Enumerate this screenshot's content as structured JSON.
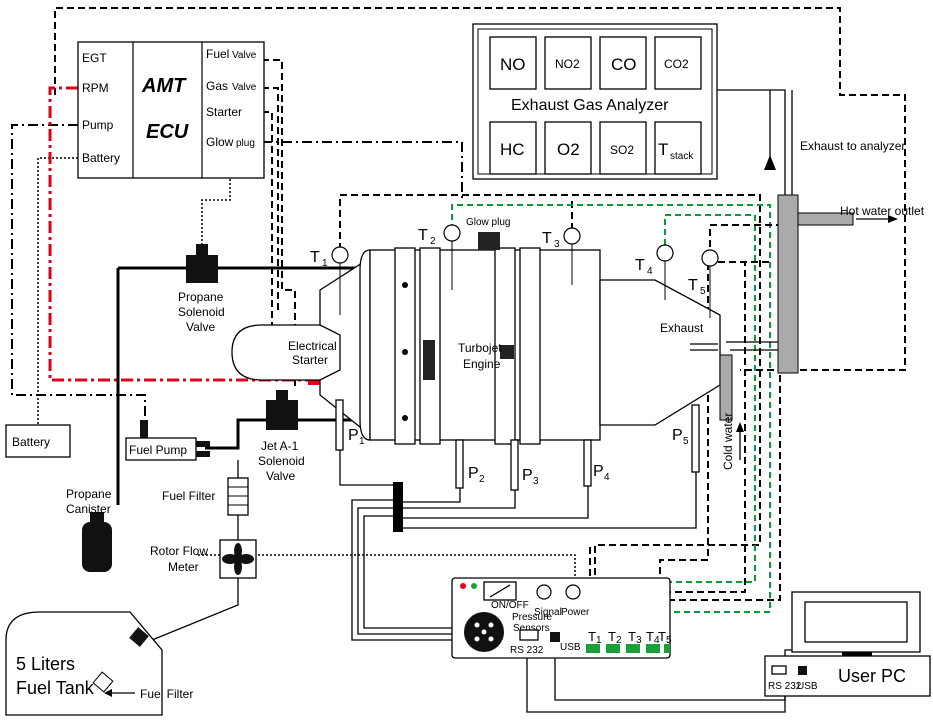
{
  "ecu": {
    "title1": "AMT",
    "title2": "ECU",
    "inputs": [
      "EGT",
      "RPM",
      "Pump",
      "Battery"
    ],
    "outputs": [
      "Fuel",
      "Valve",
      "Gas",
      "Valve",
      "Starter",
      "Glow",
      "plug"
    ]
  },
  "analyzer": {
    "title": "Exhaust Gas Analyzer",
    "top": [
      "NO",
      "NO2",
      "CO",
      "CO2"
    ],
    "bottom": [
      "HC",
      "O2",
      "SO2",
      "T",
      "stack"
    ]
  },
  "labels": {
    "exhaust_to_analyzer": "Exhaust to analyzer",
    "hot_water_outlet": "Hot water outlet",
    "exhaust": "Exhaust",
    "cold_water": "Cold water",
    "glow_plug": "Glow plug",
    "electrical_starter_1": "Electrical",
    "electrical_starter_2": "Starter",
    "turbojet_1": "Turbojet",
    "turbojet_2": "Engine",
    "propane_valve_1": "Propane",
    "propane_valve_2": "Solenoid",
    "propane_valve_3": "Valve",
    "jet_valve_1": "Jet A-1",
    "jet_valve_2": "Solenoid",
    "jet_valve_3": "Valve",
    "battery": "Battery",
    "fuel_pump": "Fuel Pump",
    "fuel_filter": "Fuel Filter",
    "propane_canister_1": "Propane",
    "propane_canister_2": "Canister",
    "rotor_flow_1": "Rotor Flow",
    "rotor_flow_2": "Meter",
    "fuel_tank_1": "5 Liters",
    "fuel_tank_2": "Fuel Tank",
    "fuel_filter_tank": "Fuel Filter",
    "user_pc": "User PC",
    "rs232": "RS 232",
    "usb": "USB"
  },
  "sensors": {
    "T1": [
      "T",
      "1"
    ],
    "T2": [
      "T",
      "2"
    ],
    "T3": [
      "T",
      "3"
    ],
    "T4": [
      "T",
      "4"
    ],
    "T5": [
      "T",
      "5"
    ],
    "P1": [
      "P",
      "1"
    ],
    "P2": [
      "P",
      "2"
    ],
    "P3": [
      "P",
      "3"
    ],
    "P4": [
      "P",
      "4"
    ],
    "P5": [
      "P",
      "5"
    ]
  },
  "daq": {
    "onoff": "ON/OFF",
    "pressure_1": "Pressure",
    "pressure_2": "Sensors",
    "signal": "Signal",
    "power": "Power",
    "rs232": "RS 232",
    "usb": "USB",
    "channels": [
      [
        "T",
        "1"
      ],
      [
        "T",
        "2"
      ],
      [
        "T",
        "3"
      ],
      [
        "T",
        "4"
      ],
      [
        "T",
        "5"
      ]
    ]
  }
}
